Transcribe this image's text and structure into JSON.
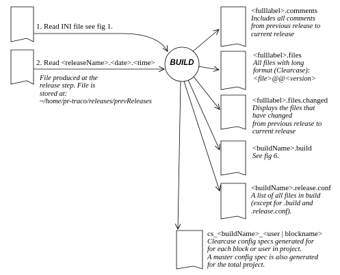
{
  "hub": {
    "label": "BUILD"
  },
  "inputs": {
    "ini": {
      "label": "1. Read INI file see fig 1."
    },
    "release": {
      "label": "2. Read <releaseName>.<date>.<time>",
      "description": [
        "File produced at the",
        "release step. File is",
        "stored at:",
        "~/home/pr-traco/releases/prevReleases"
      ]
    }
  },
  "outputs": [
    {
      "filename": "<fulllabel>.comments",
      "description": [
        "Includes all comments",
        "from previous release to",
        "current release"
      ]
    },
    {
      "filename": "<fulllabel>.files",
      "description": [
        "All files with long",
        "format (Clearcase):",
        "<file>@@<version>"
      ]
    },
    {
      "filename": "<fulllabel>.files.changed",
      "description": [
        "Displays the files that",
        "have changed",
        "from previous release to",
        "current release"
      ]
    },
    {
      "filename": "<buildName>.build",
      "description": [
        "See fig 6."
      ]
    },
    {
      "filename": "<buildName>.release.conf",
      "description": [
        "A list of all files in build",
        "(except for .build and",
        ".release.conf)."
      ]
    },
    {
      "filename": "cs_<buildName>_<user | blockname>",
      "description": [
        "Clearcase config specs generated for",
        "for each block or user in project.",
        "A master config spec is also generated",
        "for the total project."
      ]
    }
  ]
}
